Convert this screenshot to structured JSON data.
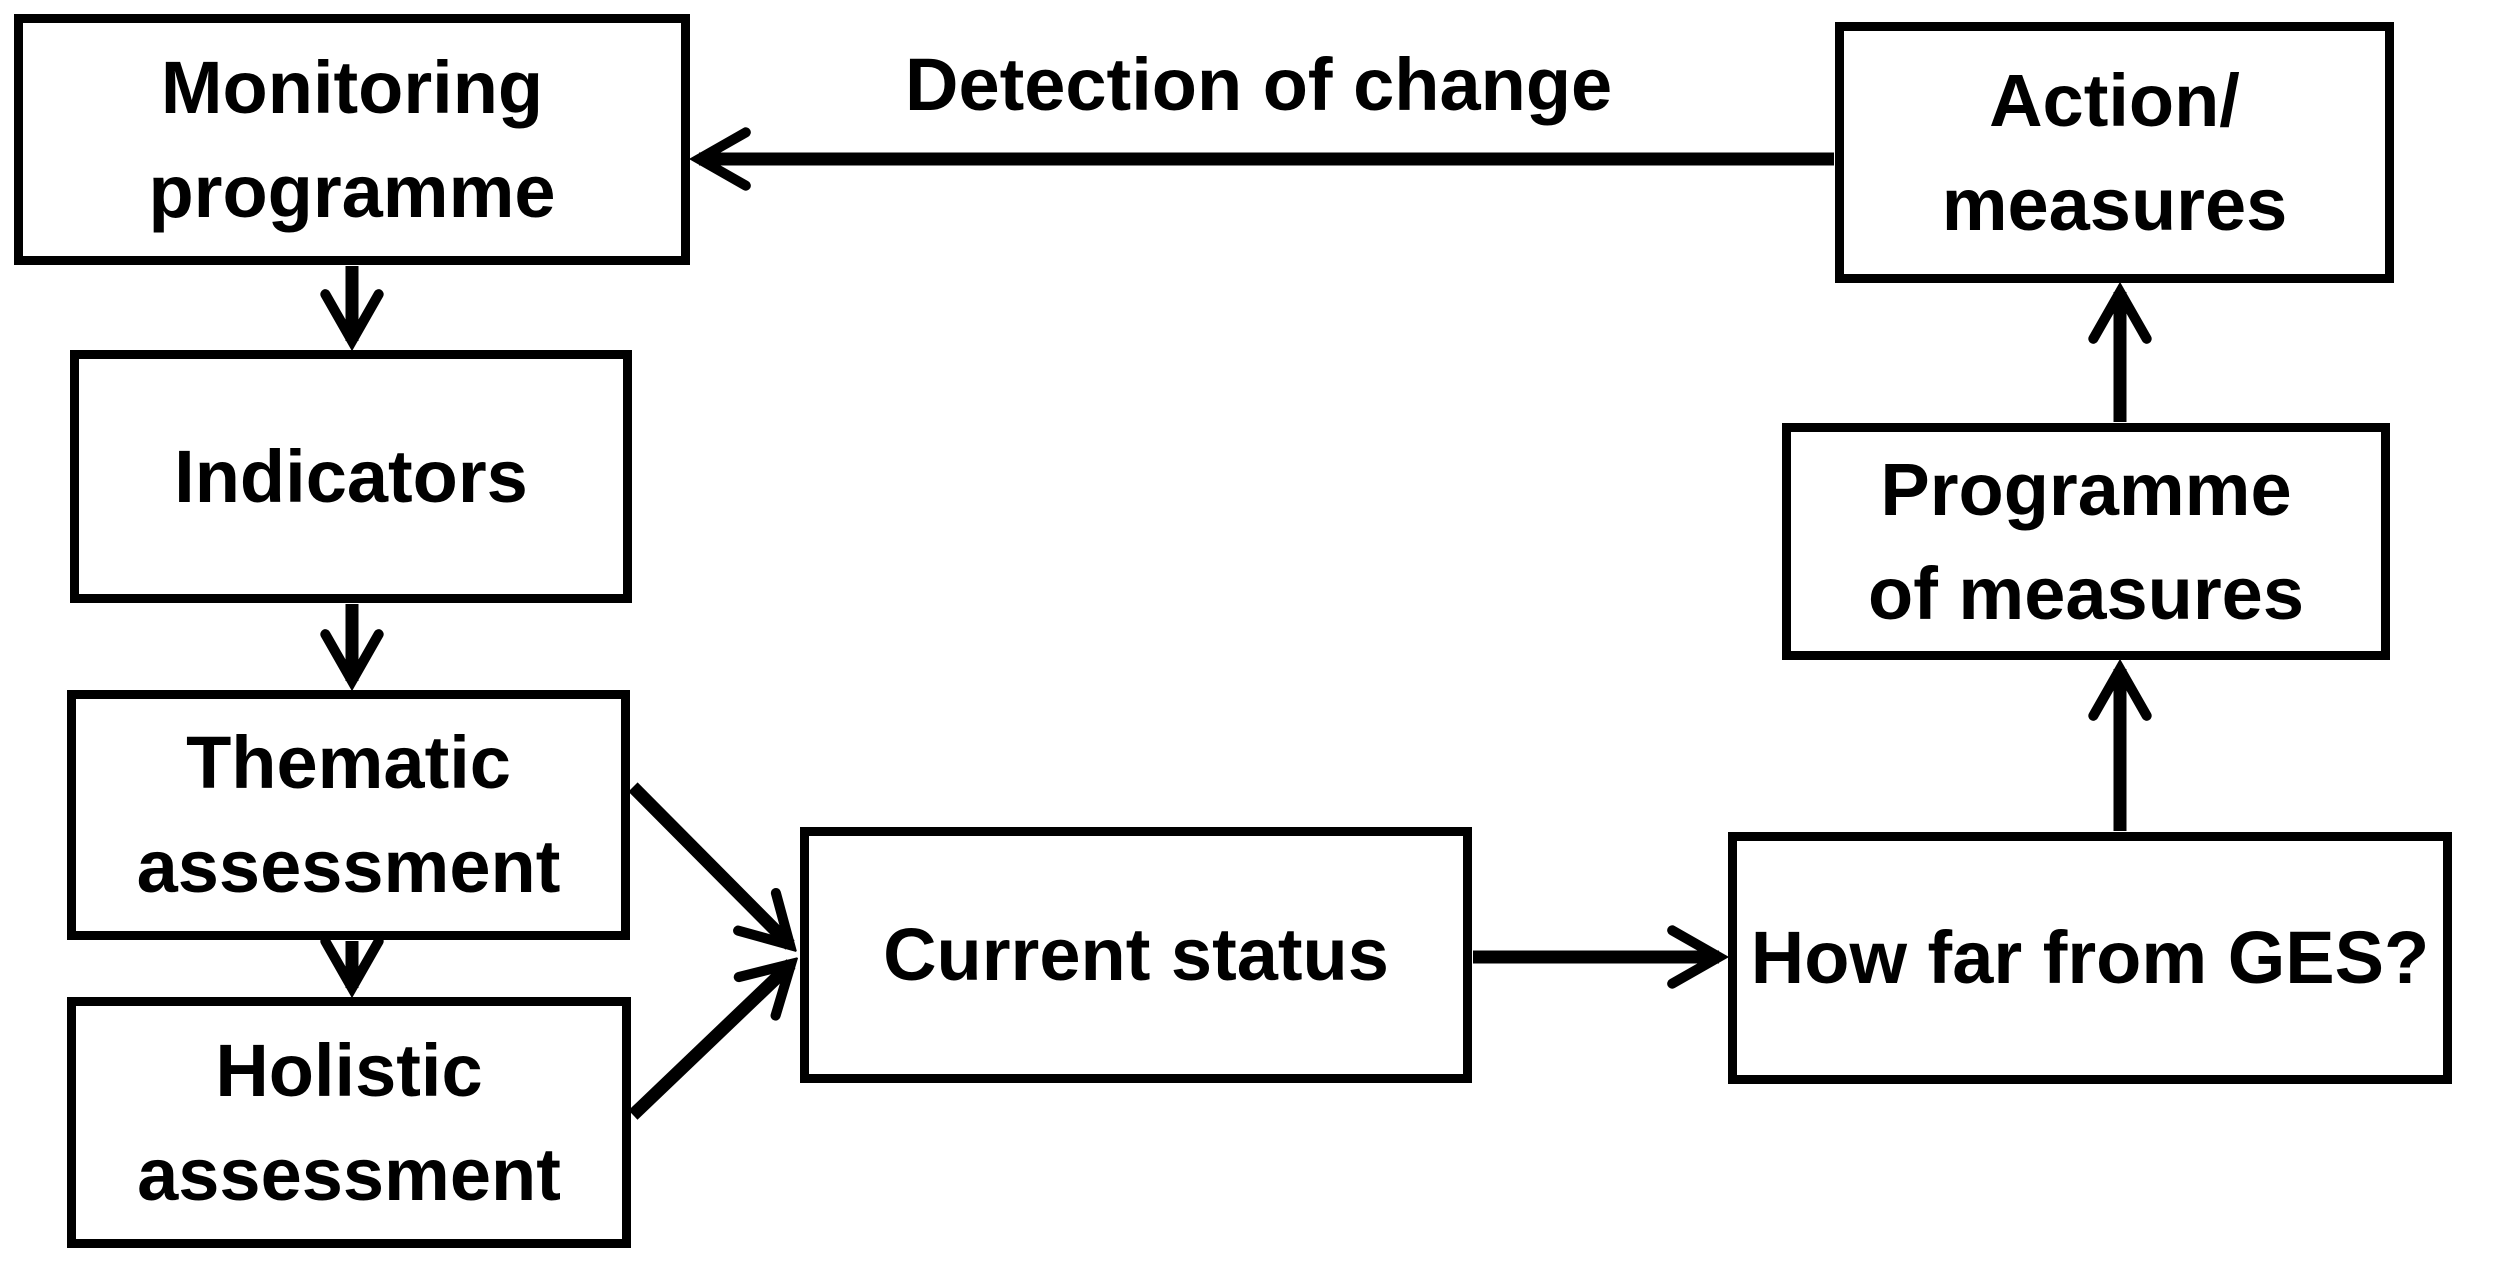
{
  "diagram": {
    "background_color": "#ffffff",
    "stroke_color": "#000000",
    "nodes": {
      "monitoring_programme": {
        "line1": "Monitoring",
        "line2": "programme"
      },
      "indicators": {
        "line1": "Indicators"
      },
      "thematic_assessment": {
        "line1": "Thematic",
        "line2": "assessment"
      },
      "holistic_assessment": {
        "line1": "Holistic",
        "line2": "assessment"
      },
      "current_status": {
        "line1": "Current status"
      },
      "how_far_from_ges": {
        "line1": "How far from GES?"
      },
      "programme_of_measures": {
        "line1": "Programme",
        "line2": "of measures"
      },
      "action_measures": {
        "line1": "Action/",
        "line2": "measures"
      }
    },
    "edges": [
      {
        "from": "monitoring_programme",
        "to": "indicators",
        "label": ""
      },
      {
        "from": "indicators",
        "to": "thematic_assessment",
        "label": ""
      },
      {
        "from": "thematic_assessment",
        "to": "holistic_assessment",
        "label": ""
      },
      {
        "from": "thematic_assessment",
        "to": "current_status",
        "label": ""
      },
      {
        "from": "holistic_assessment",
        "to": "current_status",
        "label": ""
      },
      {
        "from": "current_status",
        "to": "how_far_from_ges",
        "label": ""
      },
      {
        "from": "how_far_from_ges",
        "to": "programme_of_measures",
        "label": ""
      },
      {
        "from": "programme_of_measures",
        "to": "action_measures",
        "label": ""
      },
      {
        "from": "action_measures",
        "to": "monitoring_programme",
        "label": "Detection of change"
      }
    ]
  }
}
